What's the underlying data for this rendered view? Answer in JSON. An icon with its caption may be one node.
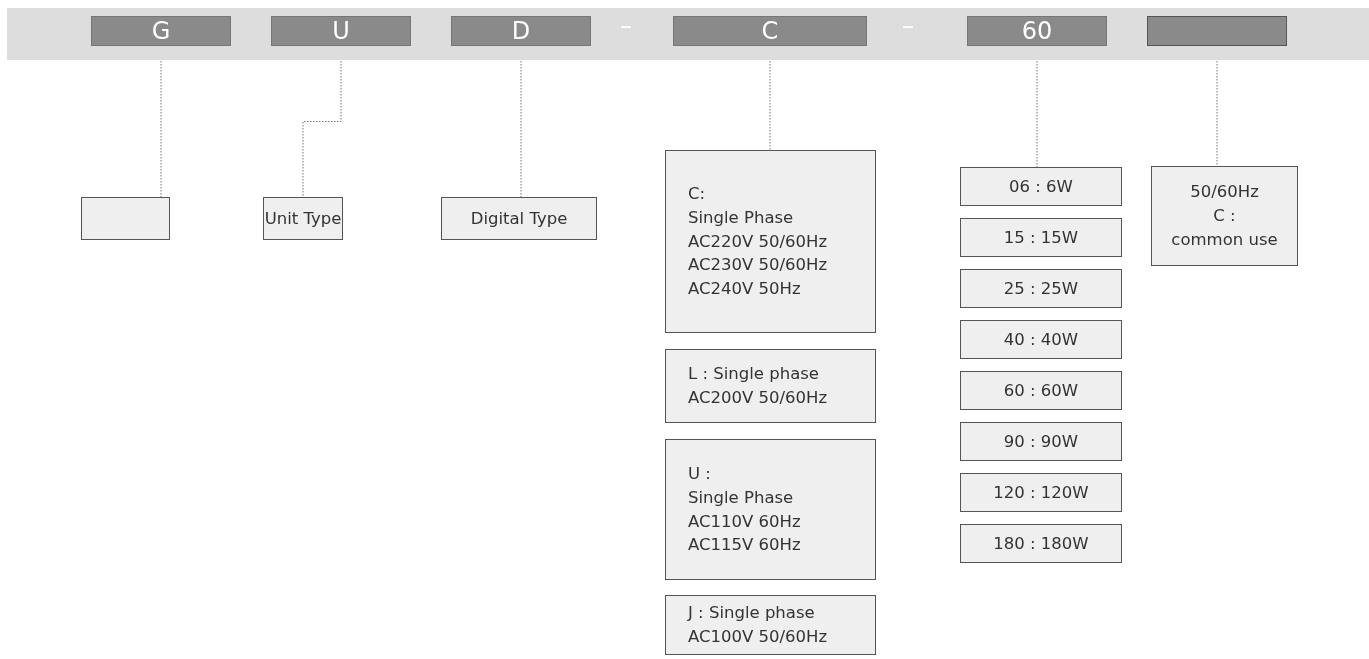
{
  "diagram": {
    "nodes": [
      {
        "text": [],
        "shape": "bar"
      },
      {
        "text": [
          "G"
        ],
        "in": 0
      },
      {
        "text": [
          "U"
        ],
        "in": 0
      },
      {
        "text": [
          "D"
        ],
        "in": 0
      },
      {
        "text": [
          "C"
        ],
        "in": 0
      },
      {
        "text": [
          "60"
        ],
        "in": 0
      },
      {
        "text": [],
        "shape": "box",
        "in": 0
      },
      {
        "text": [],
        "shape": "box"
      },
      {
        "text": [
          "Unit Type"
        ]
      },
      {
        "text": [
          "Digital Type"
        ]
      },
      {
        "text": [
          "C:",
          "Single Phase",
          "AC220V 50/60Hz",
          "AC230V 50/60Hz",
          "AC240V 50Hz"
        ]
      },
      {
        "text": [
          "L : Single phase",
          "AC200V 50/60Hz"
        ]
      },
      {
        "text": [
          "U :",
          "Single Phase",
          "AC110V 60Hz",
          "AC115V 60Hz"
        ]
      },
      {
        "text": [
          "J : Single phase",
          "AC100V 50/60Hz"
        ]
      },
      {
        "text": [
          "06 : 6W"
        ]
      },
      {
        "text": [
          "15 : 15W"
        ]
      },
      {
        "text": [
          "25 : 25W"
        ]
      },
      {
        "text": [
          "40 : 40W"
        ]
      },
      {
        "text": [
          "60 : 60W"
        ]
      },
      {
        "text": [
          "90 : 90W"
        ]
      },
      {
        "text": [
          "120 : 120W"
        ]
      },
      {
        "text": [
          "180 : 180W"
        ]
      },
      {
        "text": [
          "50/60Hz",
          "C :",
          "common use"
        ]
      }
    ],
    "edges": [
      {
        "from": 1,
        "to": 7,
        "arrow": "none",
        "style": "dashed"
      },
      {
        "from": 2,
        "to": 8,
        "arrow": "none",
        "style": "dashed"
      },
      {
        "from": 3,
        "to": 9,
        "arrow": "none",
        "style": "dashed"
      },
      {
        "from": 4,
        "to": 10,
        "arrow": "none",
        "style": "dashed"
      },
      {
        "from": 5,
        "to": 14,
        "arrow": "none",
        "style": "dashed"
      },
      {
        "from": 6,
        "to": 22,
        "arrow": "none",
        "style": "dashed"
      }
    ],
    "labels": [
      "–",
      "–"
    ]
  }
}
